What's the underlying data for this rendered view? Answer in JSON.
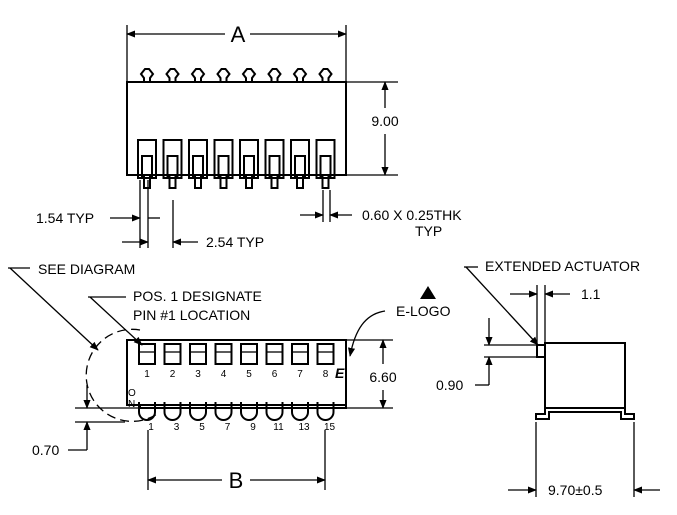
{
  "top_view": {
    "dim_a": "A",
    "dim_height": "9.00",
    "pin_pitch_left": "1.54 TYP",
    "pin_pitch": "2.54 TYP",
    "pin_size_line1": "0.60 X 0.25THK",
    "pin_size_line2": "TYP"
  },
  "front_view": {
    "see_diagram": "SEE DIAGRAM",
    "pos1_line1": "POS. 1 DESIGNATE",
    "pos1_line2": "PIN #1 LOCATION",
    "e_logo": "E-LOGO",
    "e_mark": "E",
    "on_o": "O",
    "on_n": "N",
    "switch_numbers": [
      "1",
      "2",
      "3",
      "4",
      "5",
      "6",
      "7",
      "8"
    ],
    "pin_numbers": [
      "1",
      "3",
      "5",
      "7",
      "9",
      "11",
      "13",
      "15"
    ],
    "dim_height": "6.60",
    "dim_offset": "0.70",
    "dim_b": "B"
  },
  "side_view": {
    "extended_actuator": "EXTENDED ACTUATOR",
    "dim_actuator": "1.1",
    "dim_height": "0.90",
    "dim_width": "9.70±0.5"
  }
}
